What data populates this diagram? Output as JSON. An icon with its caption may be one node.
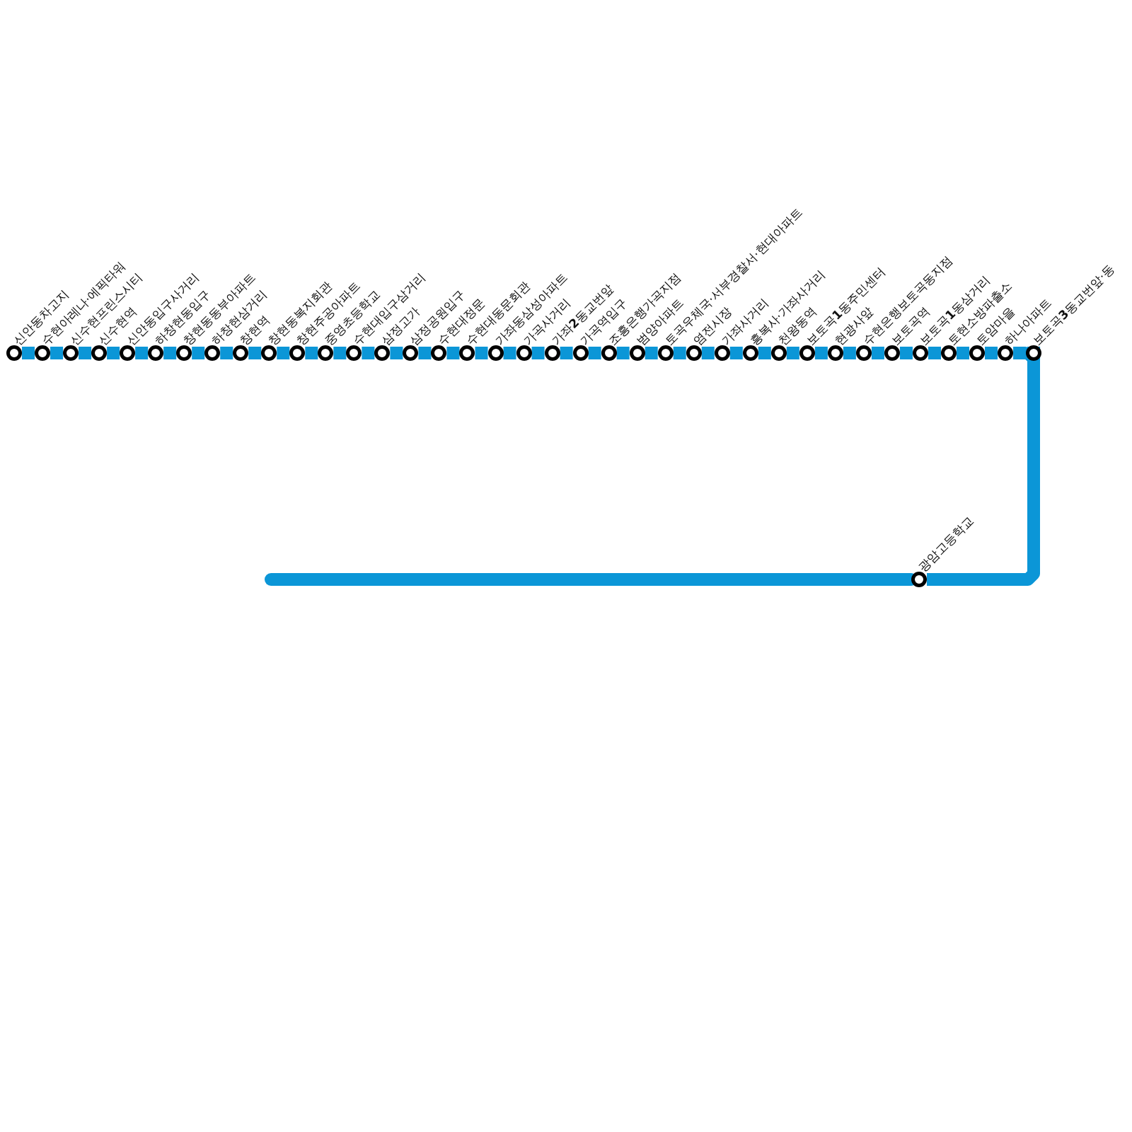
{
  "diagram": {
    "nodes": [
      {
        "text": [
          "신안동차고지"
        ]
      },
      {
        "text": [
          "수현아레나·에픽타워"
        ]
      },
      {
        "text": [
          "신수현프린스시티"
        ]
      },
      {
        "text": [
          "신수현역"
        ]
      },
      {
        "text": [
          "신안동입구사거리"
        ]
      },
      {
        "text": [
          "하창현동입구"
        ]
      },
      {
        "text": [
          "창현동동부아파트"
        ]
      },
      {
        "text": [
          "하창현삼거리"
        ]
      },
      {
        "text": [
          "창현역"
        ]
      },
      {
        "text": [
          "창현동복지회관"
        ]
      },
      {
        "text": [
          "창현주공아파트"
        ]
      },
      {
        "text": [
          "중영초등학교"
        ]
      },
      {
        "text": [
          "수현대입구삼거리"
        ]
      },
      {
        "text": [
          "삼정고가"
        ]
      },
      {
        "text": [
          "삼정공원입구"
        ]
      },
      {
        "text": [
          "수현대정문"
        ]
      },
      {
        "text": [
          "수현대동문회관"
        ]
      },
      {
        "text": [
          "가좌동삼성아파트"
        ]
      },
      {
        "text": [
          "가곡사거리"
        ]
      },
      {
        "text": [
          "가좌**2**동교번앞"
        ]
      },
      {
        "text": [
          "가곡역입구"
        ]
      },
      {
        "text": [
          "조흥은행가곡지점"
        ]
      },
      {
        "text": [
          "범양아파트"
        ]
      },
      {
        "text": [
          "토곡우체국·서부경찰서·현대아파트"
        ]
      },
      {
        "text": [
          "염전시장"
        ]
      },
      {
        "text": [
          "가좌사거리"
        ]
      },
      {
        "text": [
          "흥복사·가좌사거리"
        ]
      },
      {
        "text": [
          "천왕동역"
        ]
      },
      {
        "text": [
          "보토곡**1**동주민센터"
        ]
      },
      {
        "text": [
          "현광사앞"
        ]
      },
      {
        "text": [
          "수현은행보토곡동지점"
        ]
      },
      {
        "text": [
          "보토곡역"
        ]
      },
      {
        "text": [
          "보토곡**1**동삼거리"
        ]
      },
      {
        "text": [
          "토현소방파출소"
        ]
      },
      {
        "text": [
          "토암마을"
        ]
      },
      {
        "text": [
          "하나아파트"
        ]
      },
      {
        "text": [
          "보토곡**3**동교번앞·동"
        ]
      },
      {
        "text": [
          "광암고등학교"
        ]
      }
    ],
    "edges": [
      {
        "from": 0,
        "to": 1,
        "arrow": "none"
      },
      {
        "from": 1,
        "to": 2,
        "arrow": "none"
      },
      {
        "from": 2,
        "to": 3,
        "arrow": "none"
      },
      {
        "from": 3,
        "to": 4,
        "arrow": "none"
      },
      {
        "from": 4,
        "to": 5,
        "arrow": "none"
      },
      {
        "from": 5,
        "to": 6,
        "arrow": "none"
      },
      {
        "from": 6,
        "to": 7,
        "arrow": "none"
      },
      {
        "from": 7,
        "to": 8,
        "arrow": "none"
      },
      {
        "from": 8,
        "to": 9,
        "arrow": "none"
      },
      {
        "from": 9,
        "to": 10,
        "arrow": "none"
      },
      {
        "from": 10,
        "to": 11,
        "arrow": "none"
      },
      {
        "from": 11,
        "to": 12,
        "arrow": "none"
      },
      {
        "from": 12,
        "to": 13,
        "arrow": "none"
      },
      {
        "from": 13,
        "to": 14,
        "arrow": "none"
      },
      {
        "from": 14,
        "to": 15,
        "arrow": "none"
      },
      {
        "from": 15,
        "to": 16,
        "arrow": "none"
      },
      {
        "from": 16,
        "to": 17,
        "arrow": "none"
      },
      {
        "from": 17,
        "to": 18,
        "arrow": "none"
      },
      {
        "from": 18,
        "to": 19,
        "arrow": "none"
      },
      {
        "from": 19,
        "to": 20,
        "arrow": "none"
      },
      {
        "from": 20,
        "to": 21,
        "arrow": "none"
      },
      {
        "from": 21,
        "to": 22,
        "arrow": "none"
      },
      {
        "from": 22,
        "to": 23,
        "arrow": "none"
      },
      {
        "from": 23,
        "to": 24,
        "arrow": "none"
      },
      {
        "from": 24,
        "to": 25,
        "arrow": "none"
      },
      {
        "from": 25,
        "to": 26,
        "arrow": "none"
      },
      {
        "from": 26,
        "to": 27,
        "arrow": "none"
      },
      {
        "from": 27,
        "to": 28,
        "arrow": "none"
      },
      {
        "from": 28,
        "to": 29,
        "arrow": "none"
      },
      {
        "from": 29,
        "to": 30,
        "arrow": "none"
      },
      {
        "from": 30,
        "to": 31,
        "arrow": "none"
      },
      {
        "from": 31,
        "to": 32,
        "arrow": "none"
      },
      {
        "from": 32,
        "to": 33,
        "arrow": "none"
      },
      {
        "from": 33,
        "to": 34,
        "arrow": "none"
      },
      {
        "from": 34,
        "to": 35,
        "arrow": "none"
      },
      {
        "from": 35,
        "to": 36,
        "arrow": "none"
      },
      {
        "from": 36,
        "to": 37,
        "arrow": "none"
      },
      {
        "from": 37,
        "to": null,
        "arrow": "none"
      }
    ]
  }
}
